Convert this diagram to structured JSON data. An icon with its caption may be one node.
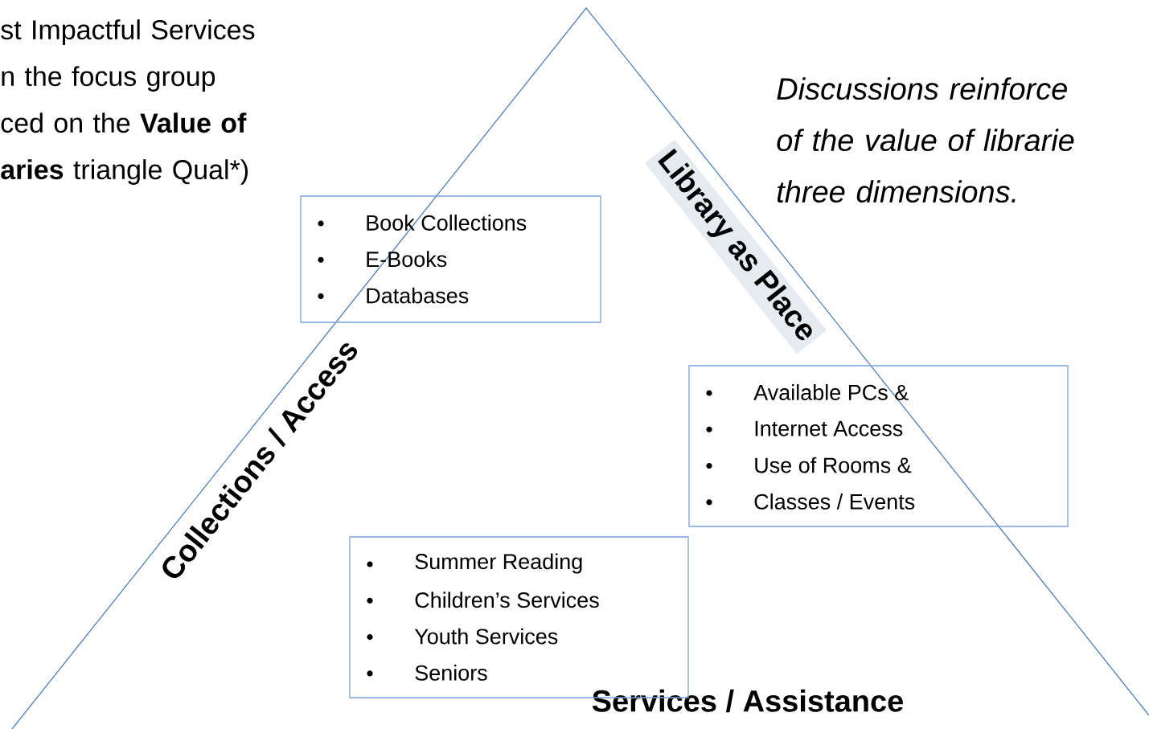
{
  "diagram": {
    "nodes": [
      {
        "text": [
          "Collections / Access",
          "Library as Place",
          "Services / Assistance"
        ]
      },
      {
        "text": [
          "Book Collections",
          "E-Books",
          "Databases"
        ],
        "in": 0
      },
      {
        "text": [
          "Available PCs &",
          "Internet Access",
          "Use of Rooms &",
          "Classes / Events"
        ],
        "in": 0
      },
      {
        "text": [
          "Summer Reading",
          "Children’s Services",
          "Youth Services",
          "Seniors"
        ],
        "in": 0
      }
    ],
    "labels": [
      "st Impactful Services n the focus group ced on the **Value of aries** triangle Qual*)",
      "Discussions reinforce of the value of librarie three dimensions."
    ]
  }
}
